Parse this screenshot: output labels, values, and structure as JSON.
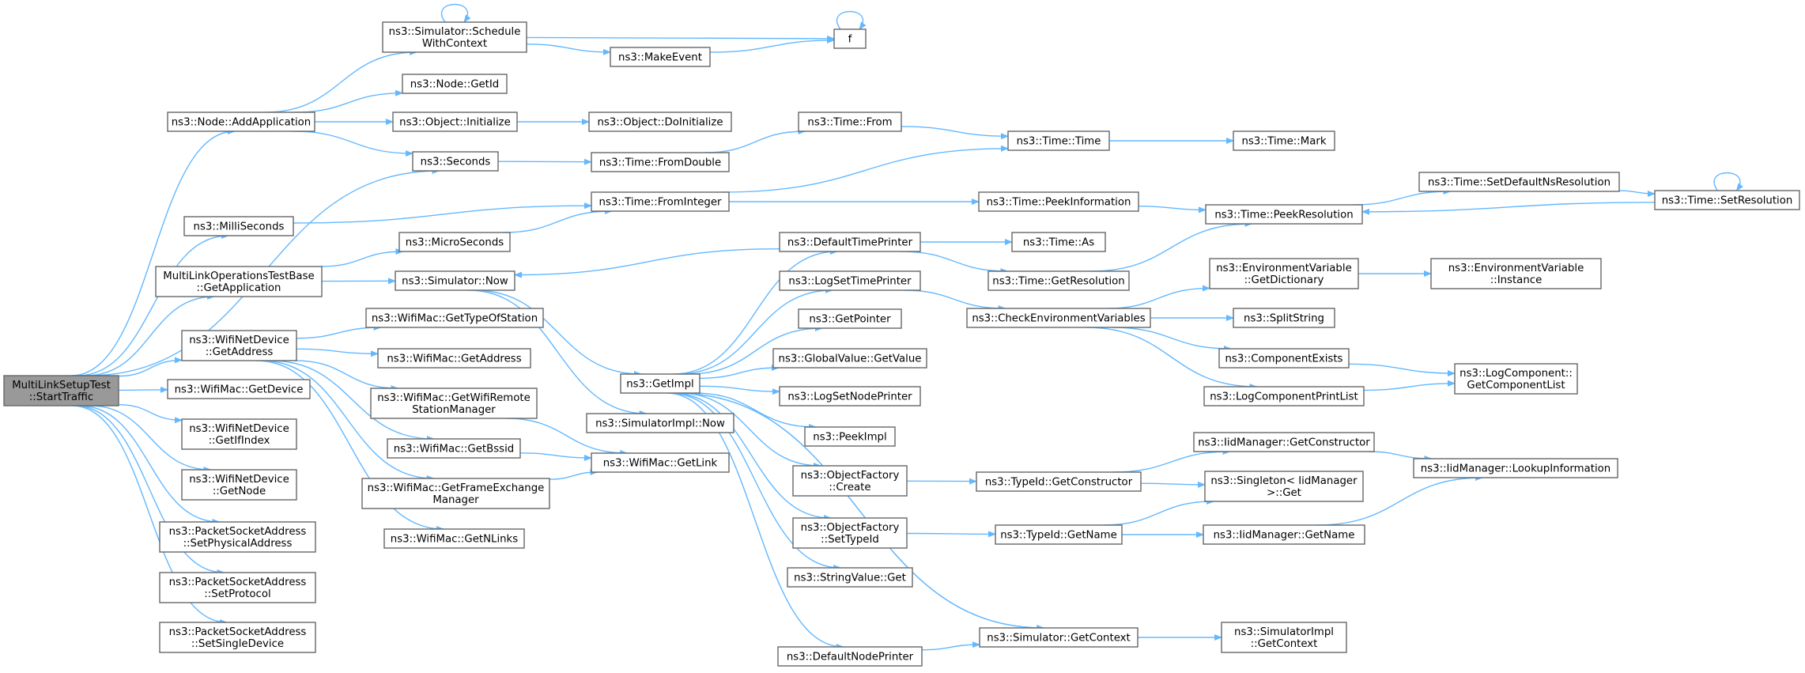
{
  "graph_title": "",
  "edge_color": "#63b8ff",
  "node_border_color": "#666666",
  "root_fill_color": "#999999",
  "nodes": {
    "root": [
      "MultiLinkSetupTest",
      "::StartTraffic"
    ],
    "addApplication": [
      "ns3::Node::AddApplication"
    ],
    "milliSeconds": [
      "ns3::MilliSeconds"
    ],
    "getApplication": [
      "MultiLinkOperationsTestBase",
      "::GetApplication"
    ],
    "netGetAddress": [
      "ns3::WifiNetDevice",
      "::GetAddress"
    ],
    "macGetDevice": [
      "ns3::WifiMac::GetDevice"
    ],
    "getIfIndex": [
      "ns3::WifiNetDevice",
      "::GetIfIndex"
    ],
    "getNode": [
      "ns3::WifiNetDevice",
      "::GetNode"
    ],
    "setPhysAddr": [
      "ns3::PacketSocketAddress",
      "::SetPhysicalAddress"
    ],
    "setProtocol": [
      "ns3::PacketSocketAddress",
      "::SetProtocol"
    ],
    "setSingleDevice": [
      "ns3::PacketSocketAddress",
      "::SetSingleDevice"
    ],
    "scheduleWithContext": [
      "ns3::Simulator::Schedule",
      "WithContext"
    ],
    "nodeGetId": [
      "ns3::Node::GetId"
    ],
    "objInitialize": [
      "ns3::Object::Initialize"
    ],
    "seconds": [
      "ns3::Seconds"
    ],
    "microSeconds": [
      "ns3::MicroSeconds"
    ],
    "simNow": [
      "ns3::Simulator::Now"
    ],
    "getTypeOfStation": [
      "ns3::WifiMac::GetTypeOfStation"
    ],
    "macGetAddress": [
      "ns3::WifiMac::GetAddress"
    ],
    "getRemoteManager": [
      "ns3::WifiMac::GetWifiRemote",
      "StationManager"
    ],
    "getBssid": [
      "ns3::WifiMac::GetBssid"
    ],
    "getFemManager": [
      "ns3::WifiMac::GetFrameExchange",
      "Manager"
    ],
    "getNLinks": [
      "ns3::WifiMac::GetNLinks"
    ],
    "makeEvent": [
      "ns3::MakeEvent"
    ],
    "f": [
      "f"
    ],
    "doInitialize": [
      "ns3::Object::DoInitialize"
    ],
    "fromDouble": [
      "ns3::Time::FromDouble"
    ],
    "fromInteger": [
      "ns3::Time::FromInteger"
    ],
    "getImpl": [
      "ns3::GetImpl"
    ],
    "implNow": [
      "ns3::SimulatorImpl::Now"
    ],
    "getLink": [
      "ns3::WifiMac::GetLink"
    ],
    "timeFrom": [
      "ns3::Time::From"
    ],
    "defaultTimePrinter": [
      "ns3::DefaultTimePrinter"
    ],
    "logSetTimePrinter": [
      "ns3::LogSetTimePrinter"
    ],
    "getPointer": [
      "ns3::GetPointer"
    ],
    "globalValueGet": [
      "ns3::GlobalValue::GetValue"
    ],
    "logSetNodePrinter": [
      "ns3::LogSetNodePrinter"
    ],
    "peekImpl": [
      "ns3::PeekImpl"
    ],
    "ofCreate": [
      "ns3::ObjectFactory",
      "::Create"
    ],
    "ofSetTypeId": [
      "ns3::ObjectFactory",
      "::SetTypeId"
    ],
    "stringValueGet": [
      "ns3::StringValue::Get"
    ],
    "defaultNodePrinter": [
      "ns3::DefaultNodePrinter"
    ],
    "timeTime": [
      "ns3::Time::Time"
    ],
    "peekInformation": [
      "ns3::Time::PeekInformation"
    ],
    "timeAs": [
      "ns3::Time::As"
    ],
    "getResolution": [
      "ns3::Time::GetResolution"
    ],
    "checkEnvVars": [
      "ns3::CheckEnvironmentVariables"
    ],
    "typeIdGetConstructor": [
      "ns3::TypeId::GetConstructor"
    ],
    "typeIdGetName": [
      "ns3::TypeId::GetName"
    ],
    "simGetContext": [
      "ns3::Simulator::GetContext"
    ],
    "timeMark": [
      "ns3::Time::Mark"
    ],
    "peekResolution": [
      "ns3::Time::PeekResolution"
    ],
    "envGetDictionary": [
      "ns3::EnvironmentVariable",
      "::GetDictionary"
    ],
    "splitString": [
      "ns3::SplitString"
    ],
    "componentExists": [
      "ns3::ComponentExists"
    ],
    "logComponentPrintList": [
      "ns3::LogComponentPrintList"
    ],
    "iidGetConstructor": [
      "ns3::IidManager::GetConstructor"
    ],
    "singletonGet": [
      "ns3::Singleton< IidManager",
      ">::Get"
    ],
    "iidGetName": [
      "ns3::IidManager::GetName"
    ],
    "implGetContext": [
      "ns3::SimulatorImpl",
      "::GetContext"
    ],
    "setDefaultNsRes": [
      "ns3::Time::SetDefaultNsResolution"
    ],
    "setResolution": [
      "ns3::Time::SetResolution"
    ],
    "envInstance": [
      "ns3::EnvironmentVariable",
      "::Instance"
    ],
    "getComponentList": [
      "ns3::LogComponent::",
      "GetComponentList"
    ],
    "lookupInformation": [
      "ns3::IidManager::LookupInformation"
    ]
  },
  "edges": [
    [
      "root",
      "addApplication"
    ],
    [
      "root",
      "seconds"
    ],
    [
      "root",
      "milliSeconds"
    ],
    [
      "root",
      "getApplication"
    ],
    [
      "root",
      "netGetAddress"
    ],
    [
      "root",
      "macGetDevice"
    ],
    [
      "root",
      "getIfIndex"
    ],
    [
      "root",
      "getNode"
    ],
    [
      "root",
      "setPhysAddr"
    ],
    [
      "root",
      "setProtocol"
    ],
    [
      "root",
      "setSingleDevice"
    ],
    [
      "addApplication",
      "scheduleWithContext"
    ],
    [
      "addApplication",
      "nodeGetId"
    ],
    [
      "addApplication",
      "objInitialize"
    ],
    [
      "addApplication",
      "seconds"
    ],
    [
      "scheduleWithContext",
      "scheduleWithContext"
    ],
    [
      "scheduleWithContext",
      "makeEvent"
    ],
    [
      "scheduleWithContext",
      "f"
    ],
    [
      "makeEvent",
      "f"
    ],
    [
      "f",
      "f"
    ],
    [
      "objInitialize",
      "doInitialize"
    ],
    [
      "seconds",
      "fromDouble"
    ],
    [
      "fromDouble",
      "timeFrom"
    ],
    [
      "timeFrom",
      "timeTime"
    ],
    [
      "timeTime",
      "timeMark"
    ],
    [
      "milliSeconds",
      "fromInteger"
    ],
    [
      "getApplication",
      "microSeconds"
    ],
    [
      "getApplication",
      "simNow"
    ],
    [
      "microSeconds",
      "fromInteger"
    ],
    [
      "fromInteger",
      "timeTime"
    ],
    [
      "fromInteger",
      "peekInformation"
    ],
    [
      "peekInformation",
      "peekResolution"
    ],
    [
      "peekResolution",
      "setDefaultNsRes"
    ],
    [
      "setDefaultNsRes",
      "setResolution"
    ],
    [
      "setResolution",
      "setResolution"
    ],
    [
      "setResolution",
      "peekResolution"
    ],
    [
      "simNow",
      "getImpl"
    ],
    [
      "simNow",
      "implNow"
    ],
    [
      "netGetAddress",
      "getTypeOfStation"
    ],
    [
      "netGetAddress",
      "macGetAddress"
    ],
    [
      "netGetAddress",
      "getRemoteManager"
    ],
    [
      "netGetAddress",
      "getBssid"
    ],
    [
      "netGetAddress",
      "getFemManager"
    ],
    [
      "netGetAddress",
      "getNLinks"
    ],
    [
      "getRemoteManager",
      "getLink"
    ],
    [
      "getBssid",
      "getLink"
    ],
    [
      "getFemManager",
      "getLink"
    ],
    [
      "getImpl",
      "defaultTimePrinter"
    ],
    [
      "getImpl",
      "logSetTimePrinter"
    ],
    [
      "getImpl",
      "getPointer"
    ],
    [
      "getImpl",
      "globalValueGet"
    ],
    [
      "getImpl",
      "logSetNodePrinter"
    ],
    [
      "getImpl",
      "peekImpl"
    ],
    [
      "getImpl",
      "ofCreate"
    ],
    [
      "getImpl",
      "ofSetTypeId"
    ],
    [
      "getImpl",
      "stringValueGet"
    ],
    [
      "getImpl",
      "defaultNodePrinter"
    ],
    [
      "getImpl",
      "simGetContext"
    ],
    [
      "defaultTimePrinter",
      "timeAs"
    ],
    [
      "defaultTimePrinter",
      "getResolution"
    ],
    [
      "defaultTimePrinter",
      "simNow"
    ],
    [
      "getResolution",
      "peekResolution"
    ],
    [
      "logSetTimePrinter",
      "checkEnvVars"
    ],
    [
      "checkEnvVars",
      "envGetDictionary"
    ],
    [
      "checkEnvVars",
      "splitString"
    ],
    [
      "checkEnvVars",
      "componentExists"
    ],
    [
      "checkEnvVars",
      "logComponentPrintList"
    ],
    [
      "envGetDictionary",
      "envInstance"
    ],
    [
      "componentExists",
      "getComponentList"
    ],
    [
      "logComponentPrintList",
      "getComponentList"
    ],
    [
      "ofCreate",
      "typeIdGetConstructor"
    ],
    [
      "typeIdGetConstructor",
      "iidGetConstructor"
    ],
    [
      "typeIdGetConstructor",
      "singletonGet"
    ],
    [
      "iidGetConstructor",
      "lookupInformation"
    ],
    [
      "ofSetTypeId",
      "typeIdGetName"
    ],
    [
      "typeIdGetName",
      "singletonGet"
    ],
    [
      "typeIdGetName",
      "iidGetName"
    ],
    [
      "iidGetName",
      "lookupInformation"
    ],
    [
      "defaultNodePrinter",
      "simGetContext"
    ],
    [
      "simGetContext",
      "getImpl"
    ],
    [
      "simGetContext",
      "implGetContext"
    ]
  ]
}
